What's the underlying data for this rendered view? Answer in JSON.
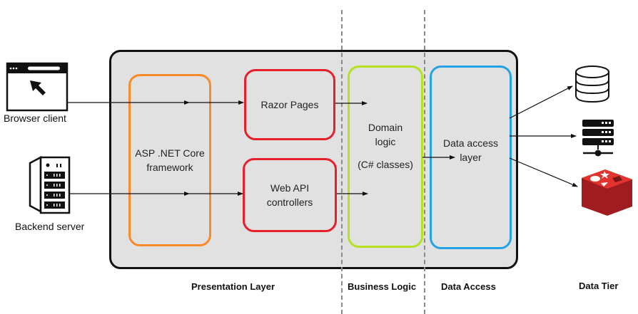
{
  "clients": {
    "browser": {
      "label": "Browser client",
      "icon": "browser-window-icon"
    },
    "backend": {
      "label": "Backend server",
      "icon": "server-rack-icon"
    }
  },
  "components": {
    "framework": {
      "line1": "ASP .NET Core",
      "line2": "framework"
    },
    "razor": {
      "label": "Razor Pages"
    },
    "webapi": {
      "line1": "Web API",
      "line2": "controllers"
    },
    "domain": {
      "line1": "Domain",
      "line2": "logic",
      "line3": "(C# classes)"
    },
    "dataaccess": {
      "line1": "Data access",
      "line2": "layer"
    }
  },
  "data_tier": {
    "icons": [
      "database-icon",
      "server-stack-icon",
      "redis-icon"
    ]
  },
  "captions": {
    "presentation": "Presentation Layer",
    "business": "Business Logic",
    "data_access": "Data Access",
    "data_tier": "Data Tier"
  },
  "colors": {
    "framework": "#f98a2a",
    "presentation": "#e61f2a",
    "business": "#b5e21e",
    "data_access": "#23a3e6",
    "redis": "#d2232a",
    "frame_bg": "#e1e1e1"
  }
}
